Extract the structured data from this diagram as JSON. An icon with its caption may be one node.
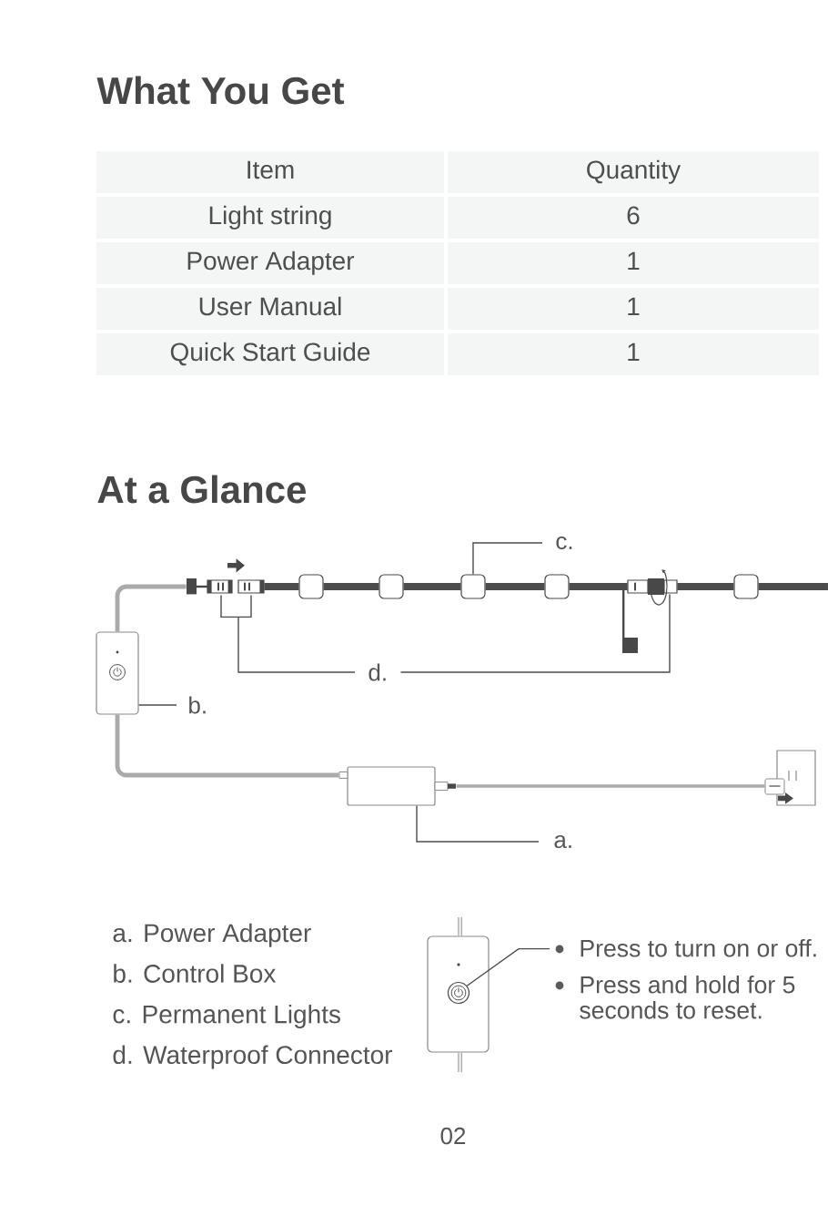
{
  "diagram": {
    "title": "What You Get",
    "nodes": [
      {
        "text": [
          "c."
        ]
      },
      {
        "text": [],
        "shape": "picture"
      },
      {
        "text": [],
        "shape": "box"
      },
      {
        "text": [],
        "shape": "box"
      },
      {
        "text": [],
        "shape": "box"
      },
      {
        "text": [],
        "shape": "box"
      },
      {
        "text": [],
        "shape": "picture"
      },
      {
        "text": [],
        "shape": "box"
      },
      {
        "text": [],
        "shape": "picture"
      },
      {
        "text": [
          "d."
        ]
      },
      {
        "text": [
          "b."
        ]
      },
      {
        "text": [],
        "shape": "picture"
      },
      {
        "text": [],
        "shape": "box"
      },
      {
        "text": [
          "a."
        ]
      },
      {
        "text": [
          "Press to turn on or off.",
          "Press and hold for 5 seconds to reset."
        ]
      },
      {
        "text": [],
        "shape": "picture"
      }
    ],
    "edges": [
      {
        "from": 0,
        "to": 4,
        "arrow": "none"
      },
      {
        "from": 9,
        "to": 1,
        "arrow": "none"
      },
      {
        "from": 9,
        "to": 6,
        "arrow": "none"
      },
      {
        "from": 10,
        "to": 8,
        "arrow": "none"
      },
      {
        "from": 13,
        "to": 12,
        "arrow": "none"
      },
      {
        "from": 14,
        "to": 15,
        "arrow": "none"
      },
      {
        "from": 8,
        "to": 1,
        "arrow": "none",
        "color": "#aaaaaa"
      },
      {
        "from": 1,
        "to": 2,
        "arrow": "none"
      },
      {
        "from": 2,
        "to": 3,
        "arrow": "none"
      },
      {
        "from": 3,
        "to": 4,
        "arrow": "none"
      },
      {
        "from": 4,
        "to": 5,
        "arrow": "none"
      },
      {
        "from": 5,
        "to": 6,
        "arrow": "none"
      },
      {
        "from": 6,
        "to": 7,
        "arrow": "none"
      },
      {
        "from": 7,
        "to": null,
        "arrow": "none"
      },
      {
        "from": 8,
        "to": 12,
        "arrow": "none",
        "color": "#aaaaaa"
      },
      {
        "from": 12,
        "to": 11,
        "arrow": "none",
        "color": "#aaaaaa"
      }
    ],
    "labels": [
      "Item",
      "Quantity",
      "Light string",
      "6",
      "Power Adapter",
      "1",
      "User Manual",
      "1",
      "Quick Start Guide",
      "1",
      "At a Glance",
      "a. Power Adapter",
      "b. Control Box",
      "c. Permanent Lights",
      "d. Waterproof Connector",
      "02"
    ]
  }
}
